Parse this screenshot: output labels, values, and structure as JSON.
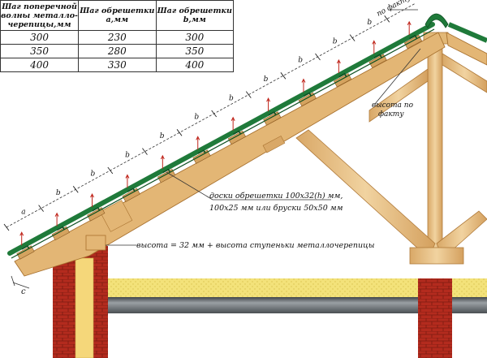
{
  "table": {
    "headers": [
      "Шаг поперечной волны металло-черепицы,мм",
      "Шаг обрешетки a,мм",
      "Шаг обрешетки b,мм"
    ],
    "rows": [
      [
        "300",
        "230",
        "300"
      ],
      [
        "350",
        "280",
        "350"
      ],
      [
        "400",
        "330",
        "400"
      ]
    ]
  },
  "labels": {
    "po_faktu": "по факту",
    "vysota_po_faktu_1": "высота по",
    "vysota_po_faktu_2": "факту",
    "doski_1": "доски обрешетки 100х32(h) мм,",
    "doski_2": "100х25 мм или бруски 50х50 мм",
    "vysota_formula": "высота = 32 мм + высота ступеньки металлочерепицы",
    "a": "a",
    "b": "b",
    "c": "c"
  },
  "colors": {
    "roof_green": "#1f7a3a",
    "timber": "#e8c48a",
    "timber_dark": "#c9954f",
    "brick": "#b32b1e",
    "insulation": "#f3e27a",
    "pipe": "#6f7478"
  }
}
